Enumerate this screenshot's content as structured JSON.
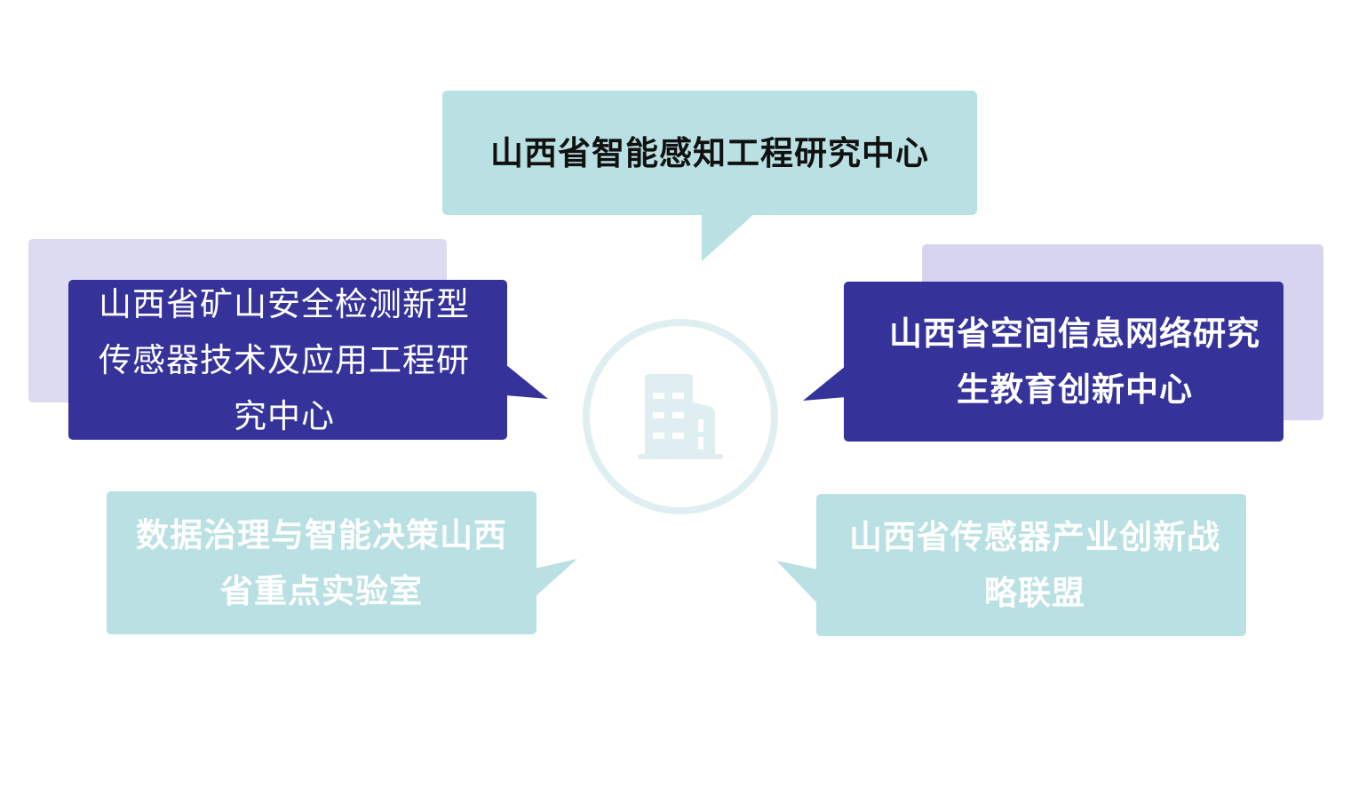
{
  "colors": {
    "teal": "#b9e0e2",
    "navy": "#35339a",
    "lavender": "#dcdbf2",
    "icon": "#dfeff1"
  },
  "center": {
    "icon": "building-icon"
  },
  "nodes": {
    "top": "山西省智能感知工程研究中心",
    "left": "山西省矿山安全检测新型传感器技术及应用工程研究中心",
    "right": "山西省空间信息网络研究生教育创新中心",
    "bottom_left": "数据治理与智能决策山西省重点实验室",
    "bottom_right": "山西省传感器产业创新战略联盟"
  }
}
